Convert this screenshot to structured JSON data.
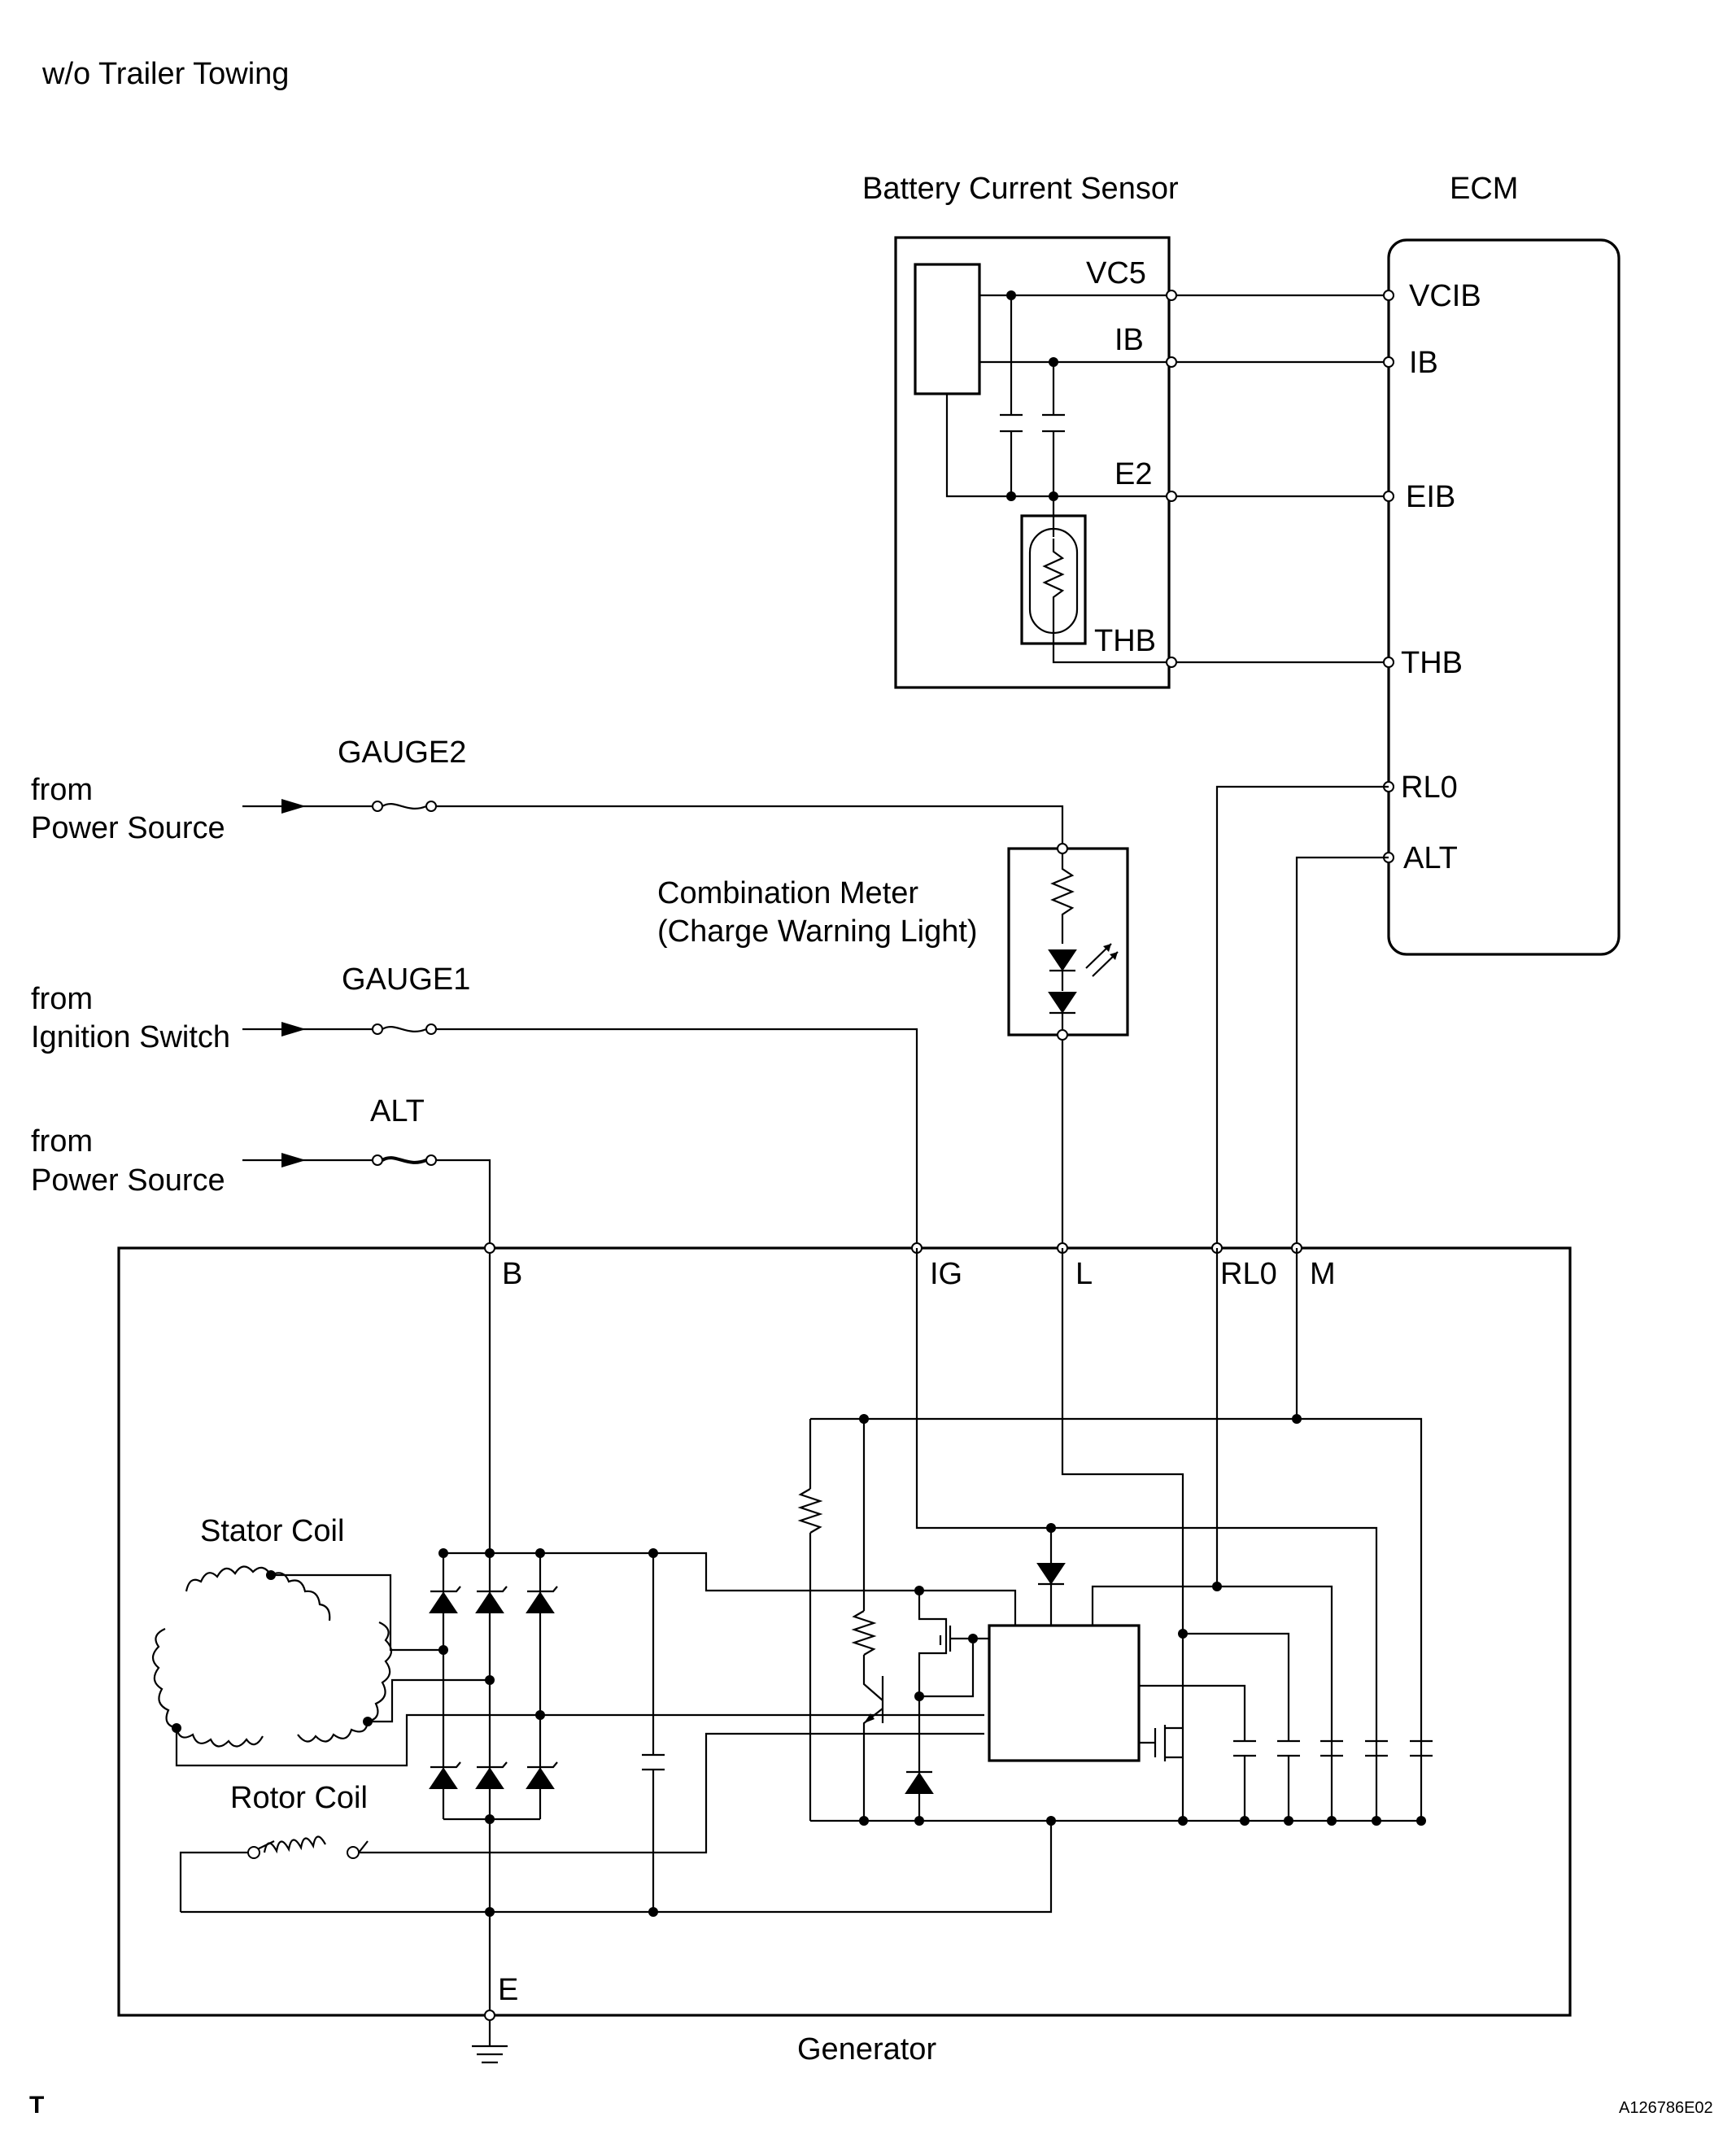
{
  "header": {
    "title": "w/o Trailer Towing"
  },
  "components": {
    "battery_current_sensor": "Battery Current Sensor",
    "ecm": "ECM",
    "combination_meter_line1": "Combination Meter",
    "combination_meter_line2": "(Charge Warning Light)",
    "generator": "Generator",
    "stator_coil": "Stator Coil",
    "rotor_coil": "Rotor Coil"
  },
  "sensor_terminals": {
    "vc5": "VC5",
    "ib": "IB",
    "e2": "E2",
    "thb": "THB"
  },
  "ecm_terminals": {
    "vcib": "VCIB",
    "ib": "IB",
    "eib": "EIB",
    "thb": "THB",
    "rl0": "RL0",
    "alt": "ALT"
  },
  "fuses": {
    "gauge2": "GAUGE2",
    "gauge1": "GAUGE1",
    "alt": "ALT"
  },
  "sources": {
    "src1_line1": "from",
    "src1_line2": "Power Source",
    "src2_line1": "from",
    "src2_line2": "Ignition Switch",
    "src3_line1": "from",
    "src3_line2": "Power Source"
  },
  "generator_terminals": {
    "b": "B",
    "ig": "IG",
    "l": "L",
    "rl0": "RL0",
    "m": "M",
    "e": "E"
  },
  "footer": {
    "corner_mark": "T",
    "figure_code": "A126786E02"
  }
}
